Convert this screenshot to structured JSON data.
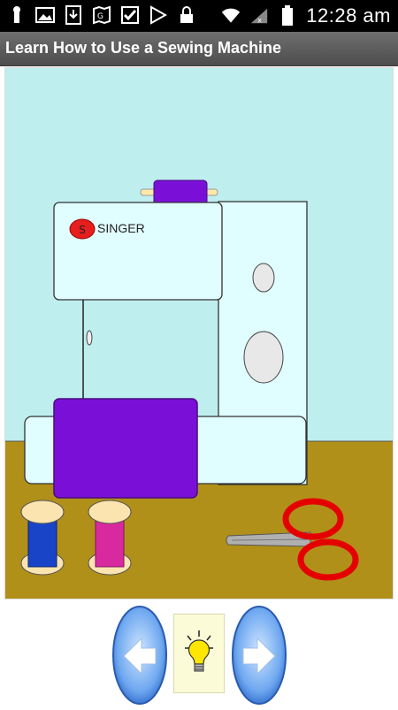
{
  "status_bar": {
    "time": "12:28 am",
    "icons": [
      "key-icon",
      "image-icon",
      "download-icon",
      "maps-icon",
      "check-icon",
      "play-store-icon",
      "lock-icon",
      "wifi-icon",
      "signal-icon",
      "battery-icon"
    ]
  },
  "app": {
    "title": "Learn How to Use a Sewing Machine"
  },
  "scene": {
    "brand_badge": "S",
    "brand_name": "SINGER",
    "colors": {
      "wall": "#bfeeef",
      "floor": "#b1901a",
      "machine": "#e0fdff",
      "fabric": "#7a10d8",
      "spool_blue": "#1a44c8",
      "spool_pink": "#d82a9e",
      "scissors": "#e50000"
    }
  },
  "nav": {
    "prev_icon": "arrow-left-icon",
    "next_icon": "arrow-right-icon",
    "hint_icon": "lightbulb-icon"
  }
}
